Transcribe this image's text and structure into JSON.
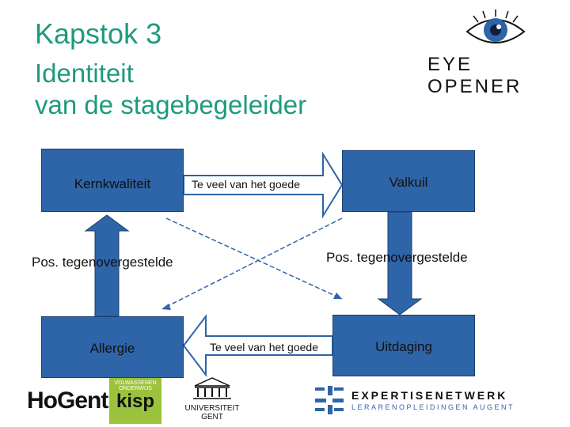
{
  "title": {
    "line1": "Kapstok 3",
    "line2": "Identiteit",
    "line3": "van de stagebegeleider"
  },
  "diagram": {
    "box_top_left": "Kernkwaliteit",
    "box_top_right": "Valkuil",
    "box_bottom_left": "Allergie",
    "box_bottom_right": "Uitdaging",
    "arrow_top_label": "Te veel van het goede",
    "arrow_bottom_label": "Te veel van het goede",
    "side_left_label": "Pos. tegenovergestelde",
    "side_right_label": "Pos. tegenovergestelde"
  },
  "logos": {
    "eye_opener": "EYE OPENER",
    "hogent": "HoGent",
    "kisp_top": "VOLWASSENEN",
    "kisp_mid": "ONDERWIJS",
    "kisp": "kisp",
    "ugent_1": "UNIVERSITEIT",
    "ugent_2": "GENT",
    "expertise_1": "EXPERTISENETWERK",
    "expertise_2": "LERARENOPLEIDINGEN AUGENT"
  },
  "colors": {
    "title": "#1e9a7e",
    "box": "#2e64a8",
    "arrow": "#2e64a8",
    "cross_line": "#2e64a8"
  }
}
